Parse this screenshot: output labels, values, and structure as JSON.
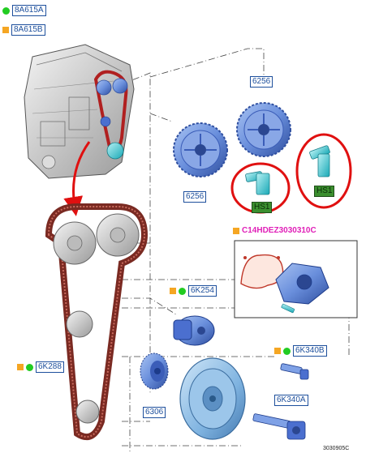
{
  "labels": {
    "top1": "8A615A",
    "top2": "8A615B",
    "sprocket_top": "6256",
    "sprocket_bottom": "6256",
    "bolt_left": "HS1",
    "bolt_right": "HS1",
    "kit": "C14HDEZ3030310C",
    "tensioner": "6K254",
    "belt": "6K288",
    "bolt_6k340b": "6K340B",
    "pulley": "6306",
    "bolt_6k340a": "6K340A",
    "diagram_code": "3030905C"
  },
  "colors": {
    "green_dot": "#22cc22",
    "orange_square": "#f5a623",
    "label_blue": "#1d4f9c",
    "hs1_green": "#3b8f2f",
    "highlight_red": "#e01010",
    "belt_brown": "#7a2a22",
    "part_blue": "#5d82d6",
    "part_cyan": "#3fd0d8"
  },
  "icons": [
    "engine-icon",
    "camshaft-sprocket-icon",
    "bolt-icon",
    "water-pump-icon",
    "tensioner-icon",
    "timing-belt-icon",
    "crank-pulley-icon"
  ]
}
